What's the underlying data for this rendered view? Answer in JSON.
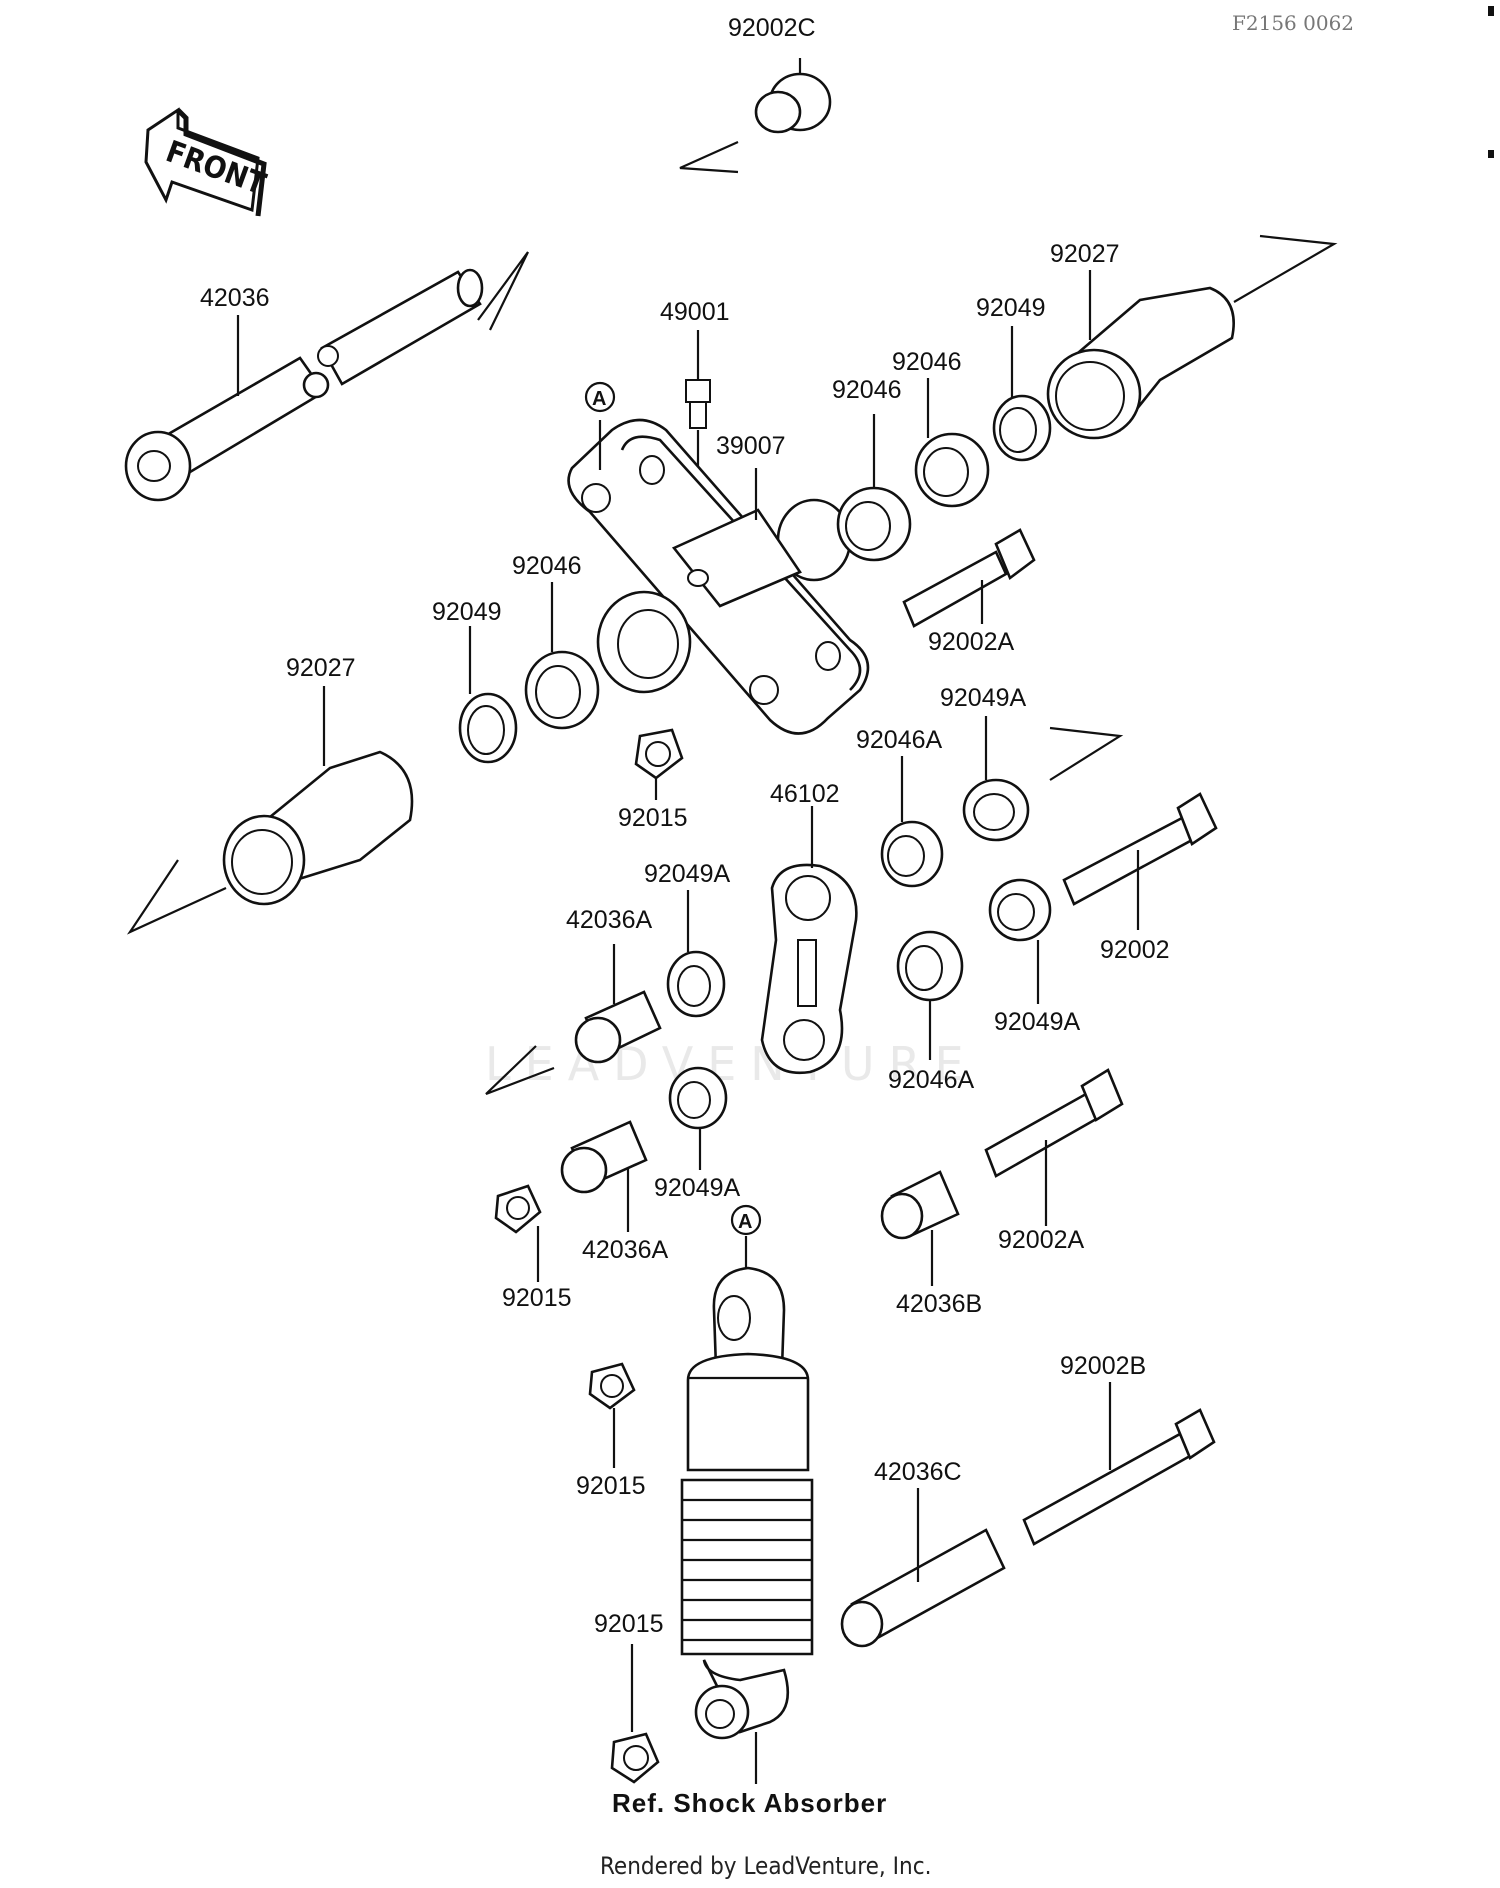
{
  "diagram": {
    "code": "F2156 0062",
    "front_label": "FRONT",
    "watermark": "LEADVENTURE",
    "footer": "Rendered by LeadVenture, Inc.",
    "reference": "Ref. Shock Absorber",
    "circle_marker": "A",
    "labels": {
      "p92002C": "92002C",
      "p42036": "42036",
      "p49001": "49001",
      "p92049_top": "92049",
      "p92027_top": "92027",
      "p92046_r1": "92046",
      "p92046_r2": "92046",
      "p39007": "39007",
      "p92046_left": "92046",
      "p92049_left": "92049",
      "p92027_left": "92027",
      "p92002A_top": "92002A",
      "p92015_a": "92015",
      "p92049A_a": "92049A",
      "p92046A_a": "92046A",
      "p46102": "46102",
      "p92049A_b": "92049A",
      "p42036A_a": "42036A",
      "p92002": "92002",
      "p92049A_c": "92049A",
      "p92046A_b": "92046A",
      "p92049A_d": "92049A",
      "p42036A_b": "42036A",
      "p92015_b": "92015",
      "p92002A_b": "92002A",
      "p42036B": "42036B",
      "p92002B": "92002B",
      "p42036C": "42036C",
      "p92015_c": "92015",
      "p92015_d": "92015"
    }
  }
}
